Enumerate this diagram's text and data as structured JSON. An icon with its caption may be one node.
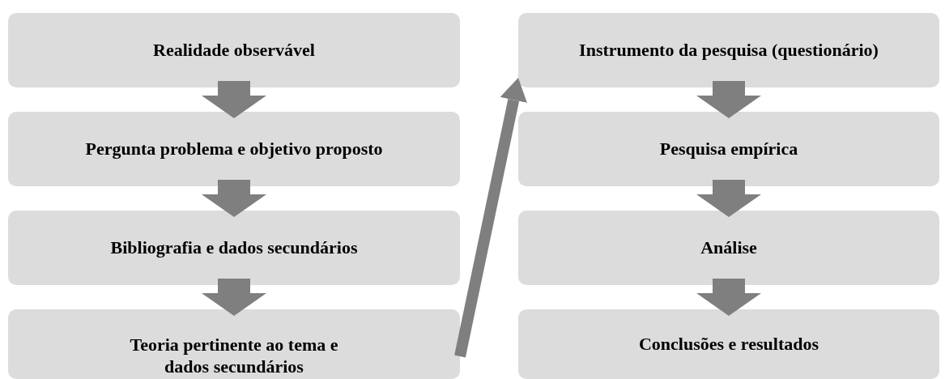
{
  "diagram": {
    "nodes": [
      {
        "text": [
          "Realidade observável"
        ]
      },
      {
        "text": [
          "Pergunta problema e objetivo proposto"
        ]
      },
      {
        "text": [
          "Bibliografia e dados secundários"
        ]
      },
      {
        "text": [
          "Teoria pertinente ao tema e dados secundários"
        ]
      },
      {
        "text": [
          "Instrumento da pesquisa (questionário)"
        ]
      },
      {
        "text": [
          "Pesquisa empírica"
        ]
      },
      {
        "text": [
          "Análise"
        ]
      },
      {
        "text": [
          "Conclusões e resultados"
        ]
      }
    ],
    "edges": [
      {
        "from": 0,
        "to": 1,
        "arrow": "to"
      },
      {
        "from": 1,
        "to": 2,
        "arrow": "to"
      },
      {
        "from": 2,
        "to": 3,
        "arrow": "to"
      },
      {
        "from": 3,
        "to": 4,
        "arrow": "to"
      },
      {
        "from": 4,
        "to": 5,
        "arrow": "to"
      },
      {
        "from": 5,
        "to": 6,
        "arrow": "to"
      },
      {
        "from": 6,
        "to": 7,
        "arrow": "to"
      }
    ]
  }
}
